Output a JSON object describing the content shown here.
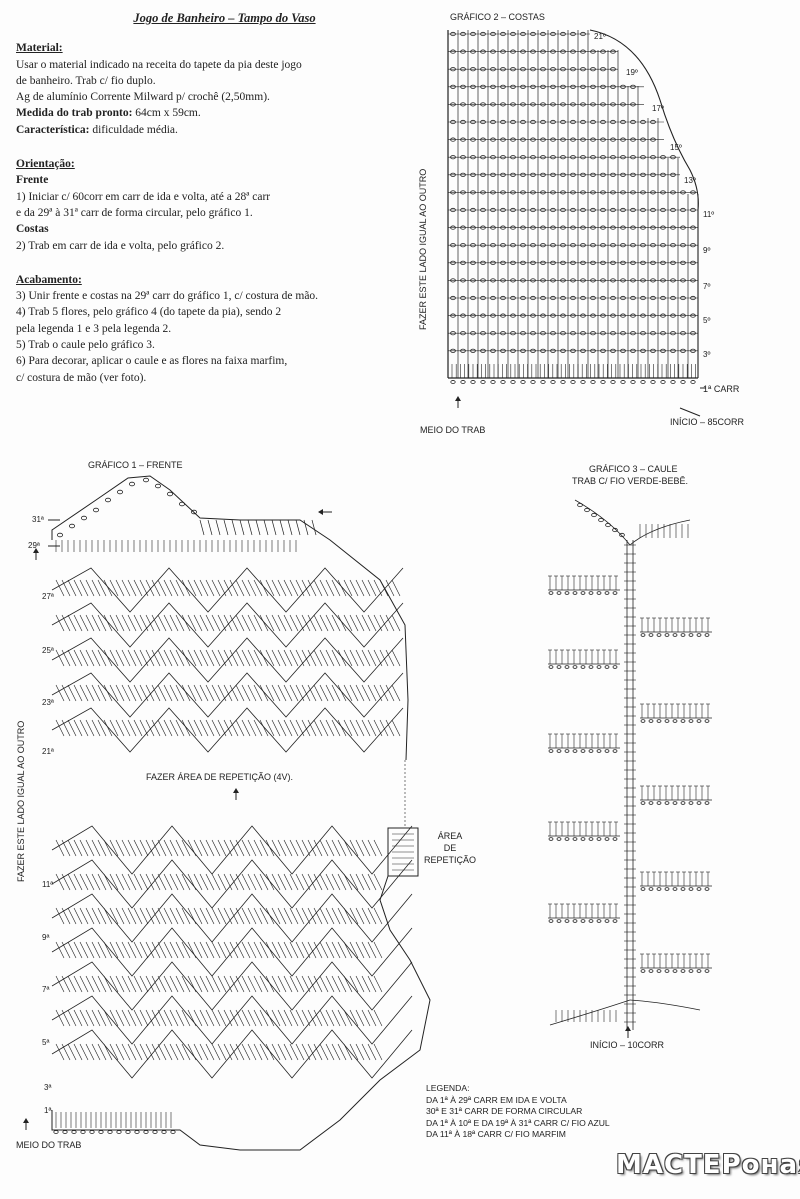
{
  "instructions": {
    "title": "Jogo de Banheiro – Tampo do Vaso",
    "material_heading": "Material:",
    "material_lines": [
      "Usar o material indicado na receita do tapete da pia deste jogo",
      "de banheiro. Trab c/ fio duplo.",
      "Ag de alumínio Corrente Milward p/ crochê (2,50mm)."
    ],
    "measure_label": "Medida do trab pronto:",
    "measure_value": "64cm x 59cm.",
    "feature_label": "Característica:",
    "feature_value": "dificuldade média.",
    "orientation_heading": "Orientação:",
    "front_heading": "Frente",
    "front_lines": [
      "1) Iniciar c/ 60corr em carr de ida e volta, até a 28ª carr",
      "e da 29ª à 31ª carr de forma circular, pelo gráfico 1."
    ],
    "back_heading": "Costas",
    "back_lines": [
      "2) Trab em carr de ida e volta, pelo gráfico 2."
    ],
    "finish_heading": "Acabamento:",
    "finish_lines": [
      "3) Unir frente e costas na 29ª carr do gráfico 1, c/ costura de mão.",
      "4) Trab 5 flores, pelo gráfico 4 (do tapete da pia), sendo 2",
      "pela legenda 1 e 3 pela legenda 2.",
      "5) Trab o caule pelo gráfico 3.",
      "6) Para decorar, aplicar o caule e as flores na faixa marfim,",
      "c/ costura de mão (ver foto)."
    ]
  },
  "chart2": {
    "title": "GRÁFICO 2 – COSTAS",
    "side_label": "FAZER ESTE LADO IGUAL AO OUTRO",
    "row_labels": [
      "21º",
      "19º",
      "17º",
      "15º",
      "13º",
      "11º",
      "9º",
      "7º",
      "5º",
      "3º"
    ],
    "first_row": "1ª CARR",
    "start": "INÍCIO – 85CORR",
    "middle": "MEIO DO TRAB"
  },
  "chart1": {
    "title": "GRÁFICO 1 – FRENTE",
    "side_label": "FAZER ESTE LADO IGUAL AO OUTRO",
    "row_labels_top": [
      "31ª",
      "29ª",
      "27ª",
      "25ª",
      "23ª",
      "21ª"
    ],
    "row_labels_bottom": [
      "11ª",
      "9ª",
      "7ª",
      "5ª",
      "3ª",
      "1ª"
    ],
    "repeat_instruction": "FAZER ÁREA DE REPETIÇÃO (4V).",
    "repeat_area": [
      "ÁREA",
      "DE",
      "REPETIÇÃO"
    ],
    "middle": "MEIO DO TRAB"
  },
  "chart3": {
    "title": "GRÁFICO 3 – CAULE",
    "subtitle": "TRAB C/ FIO VERDE-BEBÊ.",
    "start": "INÍCIO – 10CORR"
  },
  "legend": {
    "heading": "LEGENDA:",
    "lines": [
      "DA 1ª À 29ª CARR EM IDA E VOLTA",
      "30ª E 31ª CARR DE FORMA CIRCULAR",
      "DA 1ª À 10ª E DA 19ª À 31ª CARR C/ FIO AZUL",
      "DA 11ª À 18ª CARR C/ FIO MARFIM"
    ]
  },
  "watermark": "МАСТЕРоная",
  "colors": {
    "ink": "#222222",
    "paper": "#fdfdfd",
    "watermark_outline": "#444444"
  }
}
